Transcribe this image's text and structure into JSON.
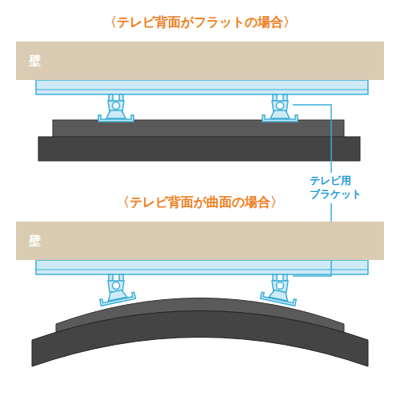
{
  "diagram": {
    "nodes": [
      {
        "text": [
          "壁"
        ]
      },
      {
        "text": [
          "壁"
        ]
      }
    ],
    "labels": [
      "〈テレビ背面がフラットの場合〉",
      "〈テレビ背面が曲面の場合〉",
      "テレビ用 ブラケット"
    ]
  }
}
